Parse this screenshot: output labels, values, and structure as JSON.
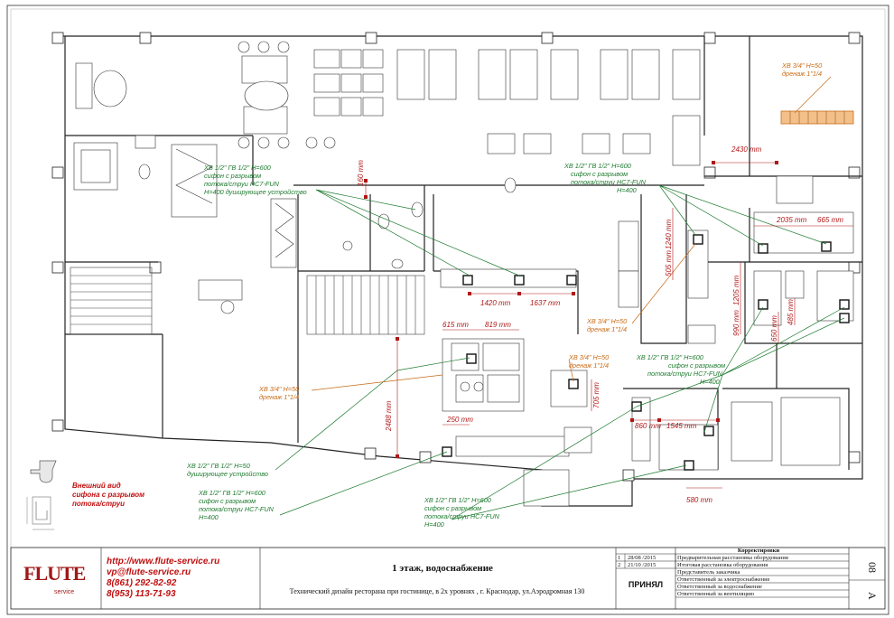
{
  "plan": {
    "title": "1 этаж, водоснабжение",
    "subtitle": "Технический дизайн  ресторана при гостинице, в 2х уровнях , г. Краснодар, ул.Аэродромная 130",
    "sheet_number": "08",
    "sheet_format": "A",
    "approved": "ПРИНЯЛ"
  },
  "company": {
    "logo_text": "FLUTE",
    "logo_sub": "service",
    "url": "http://www.flute-service.ru",
    "email": "vp@flute-service.ru",
    "phone1": "8(861) 292-82-92",
    "phone2": "8(953) 113-71-93"
  },
  "revisions": {
    "header": "Корректировки",
    "rows": [
      {
        "num": "1",
        "date": "28/08 /2015",
        "text": "Предварительная расстановка оборудования"
      },
      {
        "num": "2",
        "date": "21/10 /2015",
        "text": "Итоговая расстановка оборудования"
      }
    ],
    "responsible": [
      "Представитель заказчика",
      "Ответственный за электроснабжение",
      "Ответственный за водоснабжение",
      "Ответственный за вентиляцию"
    ]
  },
  "siphon_note": {
    "line1": "Внешний вид",
    "line2": "сифона с разрывом",
    "line3": "потока/струи"
  },
  "labels_green": [
    {
      "lines": [
        "ХВ 1/2\"  ГВ 1/2\" Н=600",
        "сифон с разрывом",
        "потока/струи HC7-FUN",
        "Н=400 душирующее устройство"
      ]
    },
    {
      "lines": [
        "ХВ 1/2\"  ГВ 1/2\" Н=600",
        "сифон с разрывом",
        "потока/струи HC7-FUN",
        "Н=400"
      ]
    },
    {
      "lines": [
        "ХВ 1/2\"  ГВ 1/2\" Н=600",
        "сифон с разрывом",
        "потока/струи HC7-FUN",
        "Н=400"
      ]
    },
    {
      "lines": [
        "ХВ 1/2\"  ГВ 1/2\" Н=50",
        "душирующее устройство"
      ]
    },
    {
      "lines": [
        "ХВ 1/2\"  ГВ 1/2\" Н=600",
        "сифон с разрывом",
        "потока/струи HC7-FUN",
        "Н=400"
      ]
    },
    {
      "lines": [
        "ХВ 1/2\"  ГВ 1/2\" Н=600",
        "сифон с разрывом",
        "потока/струи HC7-FUN",
        "Н=400"
      ]
    }
  ],
  "labels_orange": [
    {
      "lines": [
        "ХВ 3/4\" Н=50",
        "дренаж 1\"1/4"
      ]
    },
    {
      "lines": [
        "ХВ 3/4\" Н=50",
        "дренаж 1\"1/4"
      ]
    },
    {
      "lines": [
        "ХВ 3/4\" Н=50",
        "дренаж 1\"1/4"
      ]
    },
    {
      "lines": [
        "ХВ 3/4\" Н=50",
        "дренаж 1\"1/4"
      ]
    }
  ],
  "dimensions": [
    "160 mm",
    "2430 mm",
    "2035 mm",
    "665 mm",
    "1240 mm",
    "505 mm",
    "1205 mm",
    "1420 mm",
    "1637 mm",
    "615 mm",
    "819 mm",
    "990 mm",
    "650 mm",
    "485 mm",
    "2488 mm",
    "705 mm",
    "250 mm",
    "860 mm",
    "1545 mm",
    "580 mm"
  ],
  "colors": {
    "green": "#1d7a2e",
    "orange": "#c86a14",
    "dimension": "#b01818",
    "logo": "#a01818"
  }
}
